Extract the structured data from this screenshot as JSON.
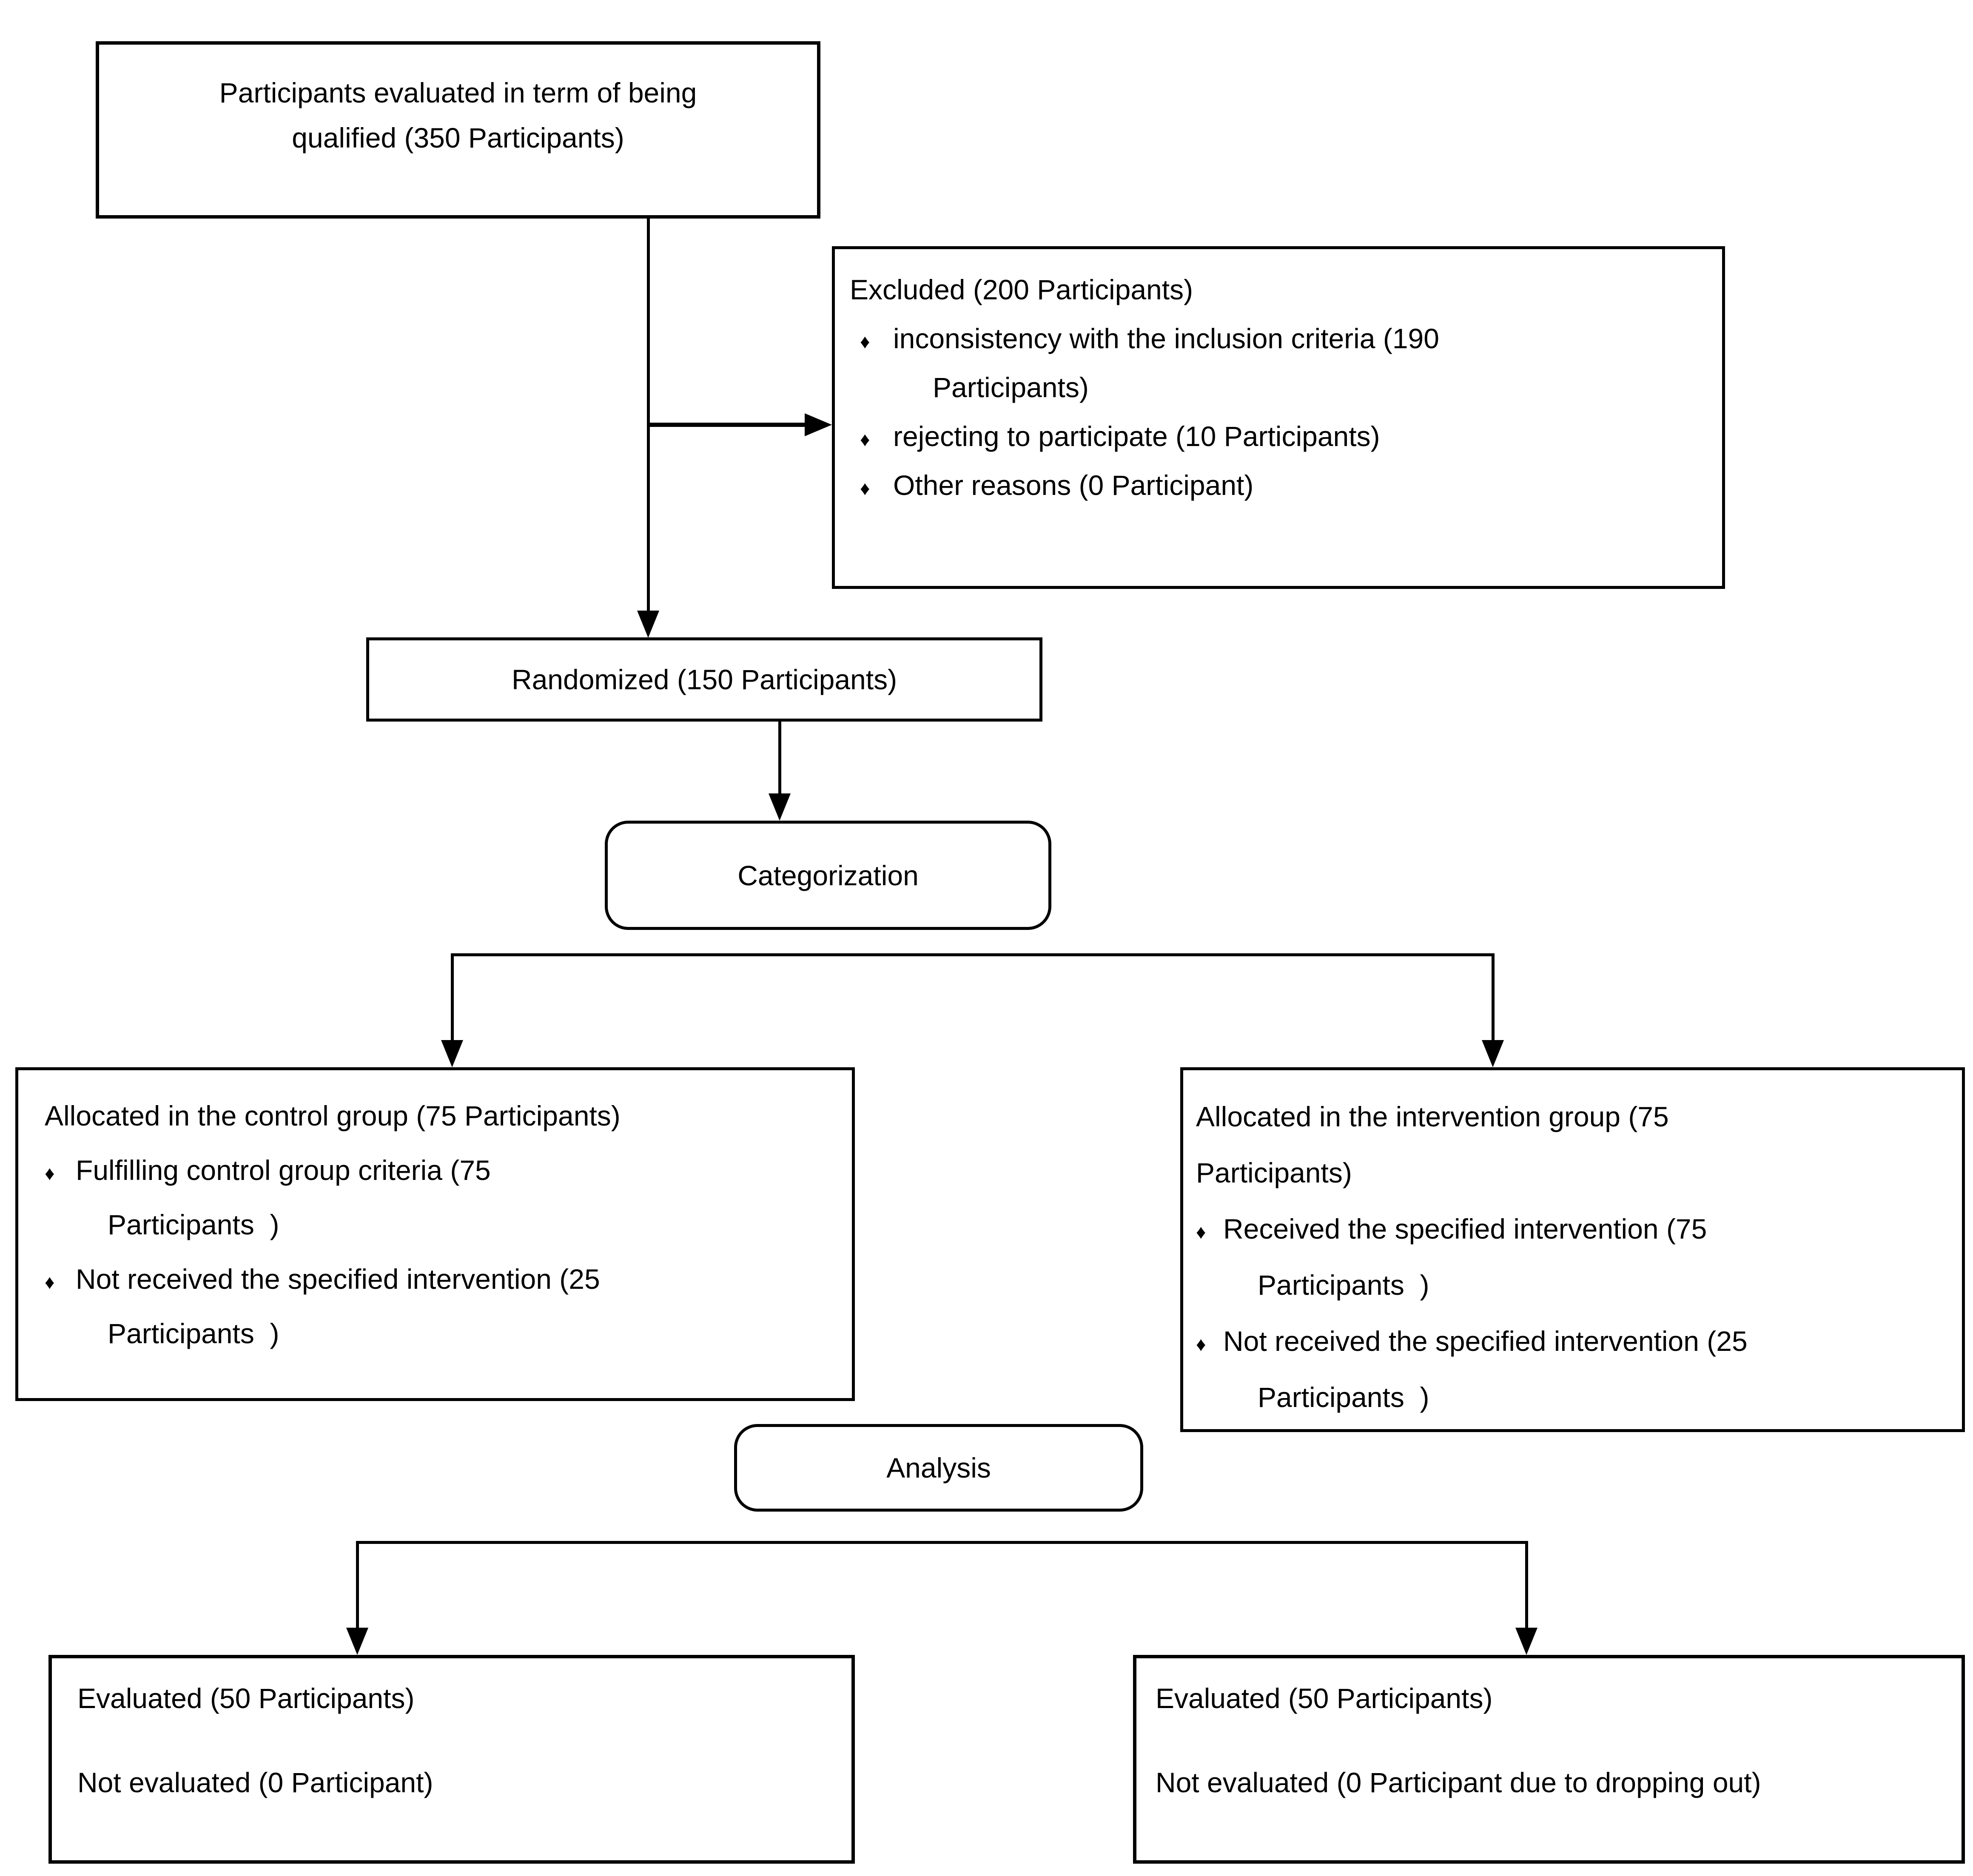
{
  "flowchart": {
    "bullet_icon": "♦",
    "eligibility": {
      "line1": "Participants evaluated in term of being",
      "line2": "qualified (350 Participants)"
    },
    "excluded": {
      "title": "Excluded (200 Participants)",
      "bullet1": "inconsistency with the inclusion criteria (190",
      "bullet1_cont": "Participants)",
      "bullet2": "rejecting to participate (10 Participants)",
      "bullet3": "Other reasons (0 Participant)"
    },
    "randomized": {
      "label": "Randomized (150 Participants)"
    },
    "categorization": {
      "label": "Categorization"
    },
    "control": {
      "title": "Allocated in the control group (75 Participants)",
      "bullet1": "Fulfilling control group criteria (75",
      "bullet1_cont": "Participants  )",
      "bullet2": "Not received the specified intervention (25",
      "bullet2_cont": "Participants  )"
    },
    "intervention": {
      "title_line1": "Allocated in the intervention group (75",
      "title_line2": "Participants)",
      "bullet1": "Received the specified intervention (75",
      "bullet1_cont": "Participants  )",
      "bullet2": "Not received the specified intervention (25",
      "bullet2_cont": "Participants  )"
    },
    "analysis": {
      "label": "Analysis"
    },
    "outcome_control": {
      "line1": "Evaluated (50 Participants)",
      "line2": "Not evaluated (0 Participant)"
    },
    "outcome_intervention": {
      "line1": "Evaluated (50 Participants)",
      "line2": "Not evaluated (0 Participant due to dropping out)"
    }
  }
}
